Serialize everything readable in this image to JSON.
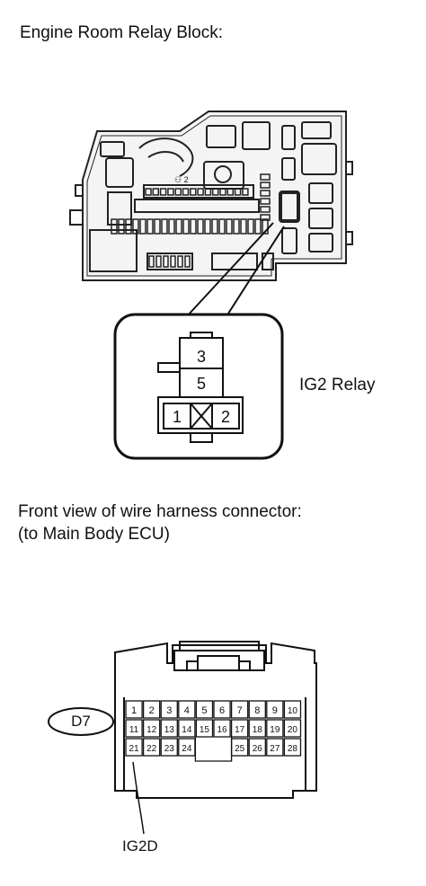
{
  "sections": {
    "relay_block_title": "Engine Room Relay Block:",
    "relay_label": "IG2 Relay",
    "connector_title_line1": "Front view of wire harness connector:",
    "connector_title_line2": "(to Main Body ECU)",
    "connector_code": "D7",
    "terminal_label": "IG2D"
  },
  "relay_pins": [
    "3",
    "5",
    "1",
    "2"
  ],
  "connector_rows": [
    [
      "1",
      "2",
      "3",
      "4",
      "5",
      "6",
      "7",
      "8",
      "9",
      "10"
    ],
    [
      "11",
      "12",
      "13",
      "14",
      "15",
      "16",
      "17",
      "18",
      "19",
      "20"
    ],
    [
      "21",
      "22",
      "23",
      "24",
      "",
      "",
      "25",
      "26",
      "27",
      "28"
    ]
  ]
}
